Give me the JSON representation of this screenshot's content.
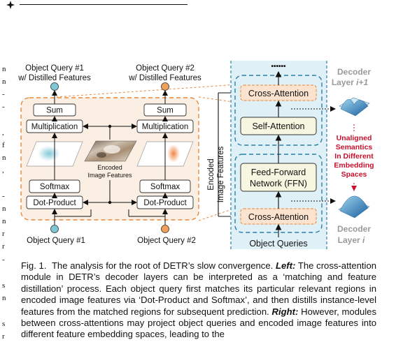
{
  "page": {
    "margin_letters": [
      "n",
      "n",
      "-",
      "-",
      ",",
      "f",
      "n",
      ",",
      "-",
      "n",
      "n",
      "r",
      "r",
      "-",
      "s",
      "n",
      "s",
      "r"
    ]
  },
  "diagram": {
    "left": {
      "query1_top": "Object Query #1",
      "query1_top_sub": "w/ Distilled Features",
      "query2_top": "Object Query #2",
      "query2_top_sub": "w/ Distilled Features",
      "sum": "Sum",
      "multiplication": "Multiplication",
      "softmax": "Softmax",
      "dot_product": "Dot-Product",
      "encoded_image_features": "Encoded",
      "encoded_image_features_2": "Image Features",
      "query1_bottom": "Object Query #1",
      "query2_bottom": "Object Query #2",
      "colors": {
        "query1": "#7fc6d6",
        "query2": "#f0a05a",
        "panel_fill": "#fbeee2",
        "panel_stroke": "#e8883a"
      }
    },
    "middle": {
      "encoded_label_1": "Encoded",
      "encoded_label_2": "Image Features"
    },
    "right": {
      "dots": "••••••",
      "cross_attention_top": "Cross-Attention",
      "self_attention": "Self-Attention",
      "ffn_line1": "Feed-Forward",
      "ffn_line2": "Network (FFN)",
      "cross_attention_bottom": "Cross-Attention",
      "object_queries": "Object Queries",
      "decoder_top_1": "Decoder",
      "decoder_top_2": "Layer ",
      "decoder_top_index": "i+1",
      "decoder_bottom_1": "Decoder",
      "decoder_bottom_2": "Layer ",
      "decoder_bottom_index": "i",
      "unaligned": [
        "Unaligned",
        "Semantics",
        "In Different",
        "Embedding",
        "Spaces"
      ],
      "colors": {
        "panel_fill": "#dff0f6",
        "panel_stroke": "#2a7fa8",
        "accent_red": "#c8102e"
      }
    }
  },
  "caption": {
    "fig_label": "Fig. 1.",
    "text_1": "The analysis for the root of DETR’s slow convergence.",
    "left_label": "Left:",
    "text_2": "The cross-attention module in DETR’s decoder layers can be interpreted as a ‘matching and feature distillation’ process. Each object query first matches its particular relevant regions in encoded image features via ‘Dot-Product and Softmax’, and then distills instance-level features from the matched regions for subsequent prediction.",
    "right_label": "Right:",
    "text_3": "However, modules between cross-attentions may project object queries and encoded image features into different feature embedding spaces, leading to the"
  }
}
